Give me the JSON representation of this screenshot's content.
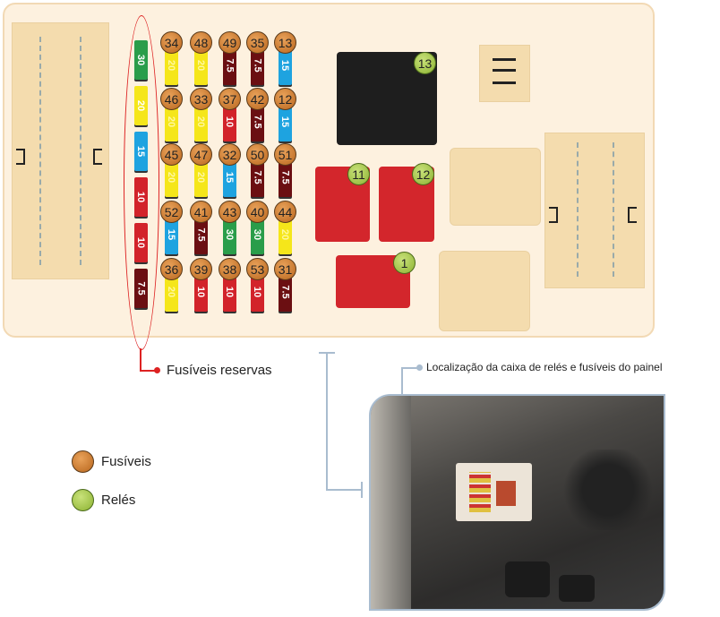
{
  "spare_fuses": {
    "label": "Fusíveis reservas",
    "items": [
      {
        "amp": "30",
        "color": "#2a9d4a"
      },
      {
        "amp": "20",
        "color": "#f5e61a"
      },
      {
        "amp": "15",
        "color": "#1ea3e0"
      },
      {
        "amp": "10",
        "color": "#d2232a"
      },
      {
        "amp": "10",
        "color": "#d2232a"
      },
      {
        "amp": "7.5",
        "color": "#6b0f12"
      }
    ]
  },
  "fuse_rows": [
    [
      {
        "n": "34",
        "amp": "20",
        "color": "#f5e61a"
      },
      {
        "n": "48",
        "amp": "20",
        "color": "#f5e61a"
      },
      {
        "n": "49",
        "amp": "7.5",
        "color": "#6b0f12"
      },
      {
        "n": "35",
        "amp": "7.5",
        "color": "#6b0f12"
      },
      {
        "n": "13",
        "amp": "15",
        "color": "#1ea3e0"
      }
    ],
    [
      {
        "n": "46",
        "amp": "20",
        "color": "#f5e61a"
      },
      {
        "n": "33",
        "amp": "20",
        "color": "#f5e61a"
      },
      {
        "n": "37",
        "amp": "10",
        "color": "#d2232a"
      },
      {
        "n": "42",
        "amp": "7.5",
        "color": "#6b0f12"
      },
      {
        "n": "12",
        "amp": "15",
        "color": "#1ea3e0"
      }
    ],
    [
      {
        "n": "45",
        "amp": "20",
        "color": "#f5e61a"
      },
      {
        "n": "47",
        "amp": "20",
        "color": "#f5e61a"
      },
      {
        "n": "32",
        "amp": "15",
        "color": "#1ea3e0"
      },
      {
        "n": "50",
        "amp": "7.5",
        "color": "#6b0f12"
      },
      {
        "n": "51",
        "amp": "7.5",
        "color": "#6b0f12"
      }
    ],
    [
      {
        "n": "52",
        "amp": "15",
        "color": "#1ea3e0"
      },
      {
        "n": "41",
        "amp": "7.5",
        "color": "#6b0f12"
      },
      {
        "n": "43",
        "amp": "30",
        "color": "#2a9d4a"
      },
      {
        "n": "40",
        "amp": "30",
        "color": "#2a9d4a"
      },
      {
        "n": "44",
        "amp": "20",
        "color": "#f5e61a"
      }
    ],
    [
      {
        "n": "36",
        "amp": "20",
        "color": "#f5e61a"
      },
      {
        "n": "39",
        "amp": "10",
        "color": "#d2232a"
      },
      {
        "n": "38",
        "amp": "10",
        "color": "#d2232a"
      },
      {
        "n": "53",
        "amp": "10",
        "color": "#d2232a"
      },
      {
        "n": "31",
        "amp": "7.5",
        "color": "#6b0f12"
      }
    ]
  ],
  "relays": {
    "r13": "13",
    "r11": "11",
    "r12": "12",
    "r1": "1"
  },
  "legend": {
    "fuses": "Fusíveis",
    "relays": "Relés"
  },
  "photo": {
    "caption": "Localização da caixa de relés e fusíveis do painel"
  }
}
